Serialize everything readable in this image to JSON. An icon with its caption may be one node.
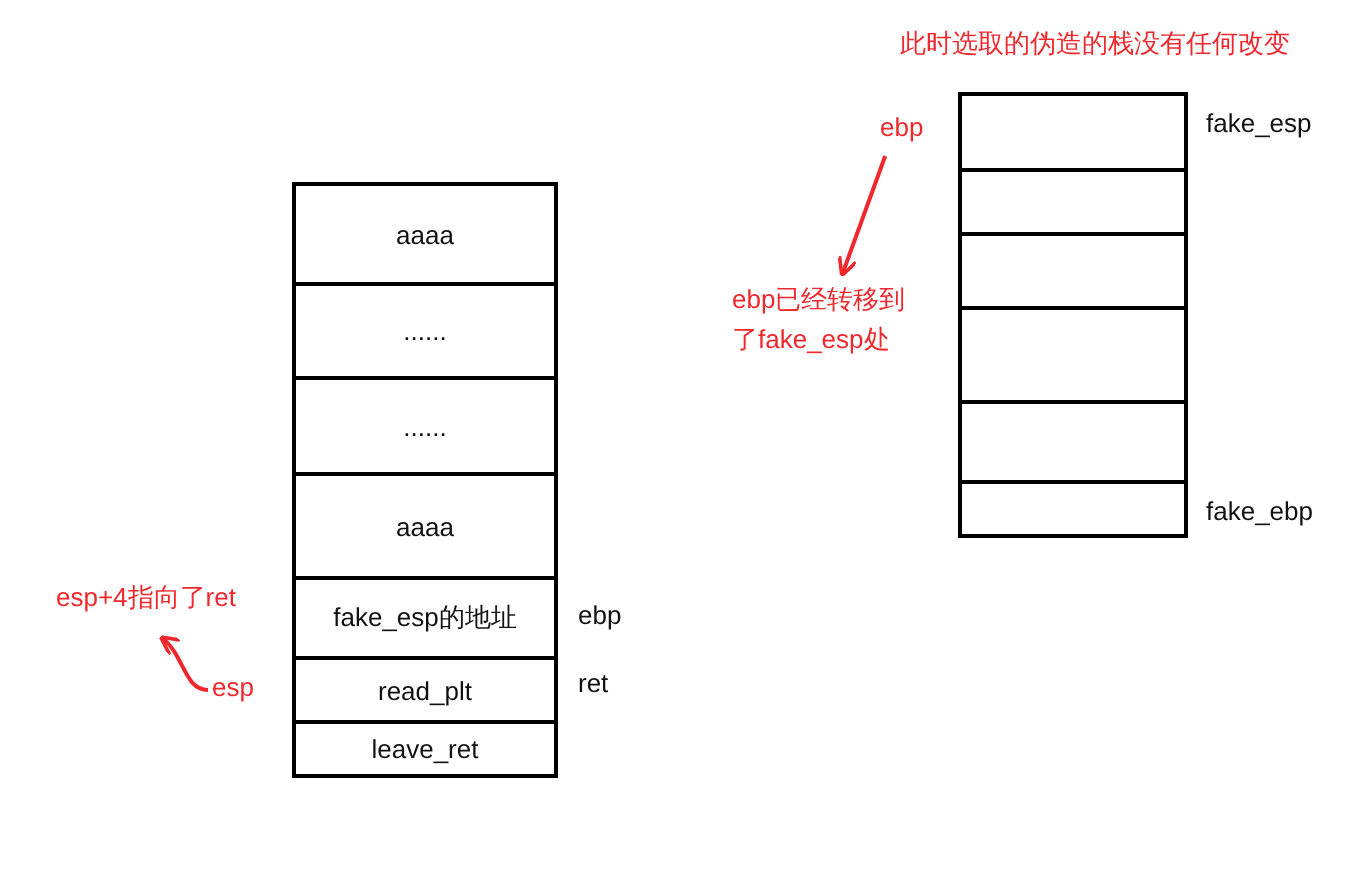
{
  "diagram": {
    "nodes": [
      {
        "text": [
          "aaaa"
        ]
      },
      {
        "text": [
          "......"
        ]
      },
      {
        "text": [
          "......"
        ]
      },
      {
        "text": [
          "aaaa"
        ]
      },
      {
        "text": [
          "fake_esp的地址"
        ],
        "beside": [
          "ebp"
        ]
      },
      {
        "text": [
          "read_plt"
        ],
        "beside": [
          "ret"
        ]
      },
      {
        "text": [
          "leave_ret"
        ]
      },
      {
        "text": [],
        "shape": "box",
        "beside": [
          "fake_esp"
        ]
      },
      {
        "text": [],
        "shape": "box"
      },
      {
        "text": [],
        "shape": "box"
      },
      {
        "text": [],
        "shape": "box"
      },
      {
        "text": [],
        "shape": "box"
      },
      {
        "text": [],
        "shape": "box",
        "beside": [
          "fake_ebp"
        ]
      },
      {
        "text": [
          "esp+4指向了ret"
        ]
      },
      {
        "text": [
          "esp"
        ]
      },
      {
        "text": [
          "ebp"
        ]
      },
      {
        "text": [
          "ebp已经转移到了fake_esp处"
        ]
      }
    ],
    "edges": [
      {
        "from": 14,
        "to": 13,
        "arrow": "to"
      },
      {
        "from": 15,
        "to": 16,
        "arrow": "to"
      }
    ],
    "labels": [
      "此时选取的伪造的栈没有任何改变"
    ]
  }
}
